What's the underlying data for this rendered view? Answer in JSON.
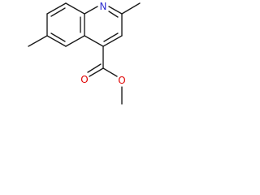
{
  "molecule": {
    "atoms": {
      "ring_nitrogen": {
        "symbol": "N",
        "color": "#2f2fd0"
      },
      "carbonyl_oxygen": {
        "symbol": "O",
        "color": "#e00000"
      },
      "ester_oxygen": {
        "symbol": "O",
        "color": "#e00000"
      }
    },
    "bond_color": "#1a1a1a"
  }
}
